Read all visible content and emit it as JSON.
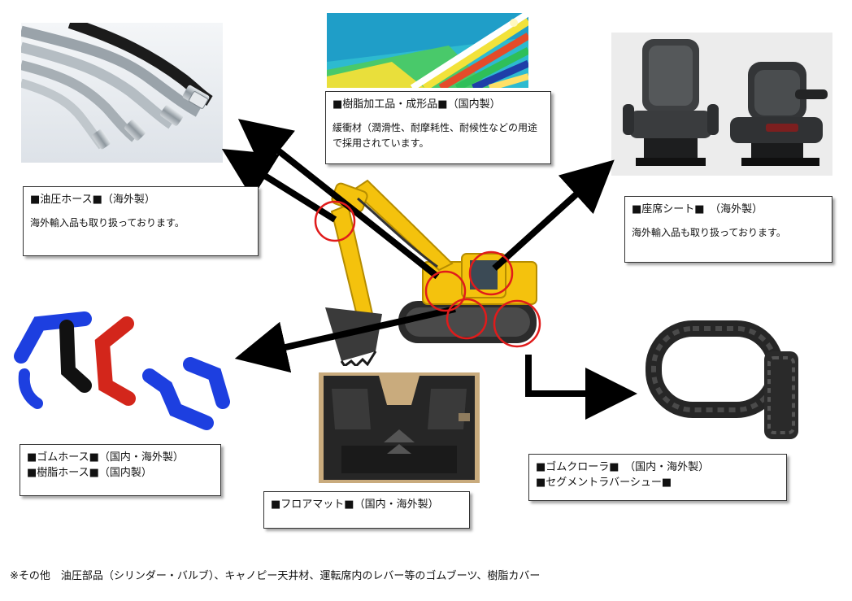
{
  "colors": {
    "arrow": "#000000",
    "circle": "#e01b1b",
    "excavator_yellow": "#f4c20d",
    "hose_blue": "#1d3fe0",
    "hose_red": "#d3261b"
  },
  "labels": {
    "hydraulic_hose": {
      "title": "■油圧ホース■（海外製）",
      "desc": "海外輸入品も取り扱っております。"
    },
    "resin_parts": {
      "title": "■樹脂加工品・成形品■（国内製）",
      "desc": "緩衝材（潤滑性、耐摩耗性、耐候性などの用途で採用されています。"
    },
    "seat": {
      "title": "■座席シート■　（海外製）",
      "desc": "海外輸入品も取り扱っております。"
    },
    "rubber_hose": {
      "title_1": "■ゴムホース■（国内・海外製）",
      "title_2": "■樹脂ホース■（国内製）"
    },
    "floor_mat": {
      "title": "■フロアマット■（国内・海外製）"
    },
    "rubber_crawler": {
      "title_1": "■ゴムクローラ■　（国内・海外製）",
      "title_2": "■セグメントラバーシュー■"
    }
  },
  "footer": "※その他　油圧部品（シリンダー・バルブ）、キャノピー天井材、運転席内のレバー等のゴムブーツ、樹脂カバー"
}
